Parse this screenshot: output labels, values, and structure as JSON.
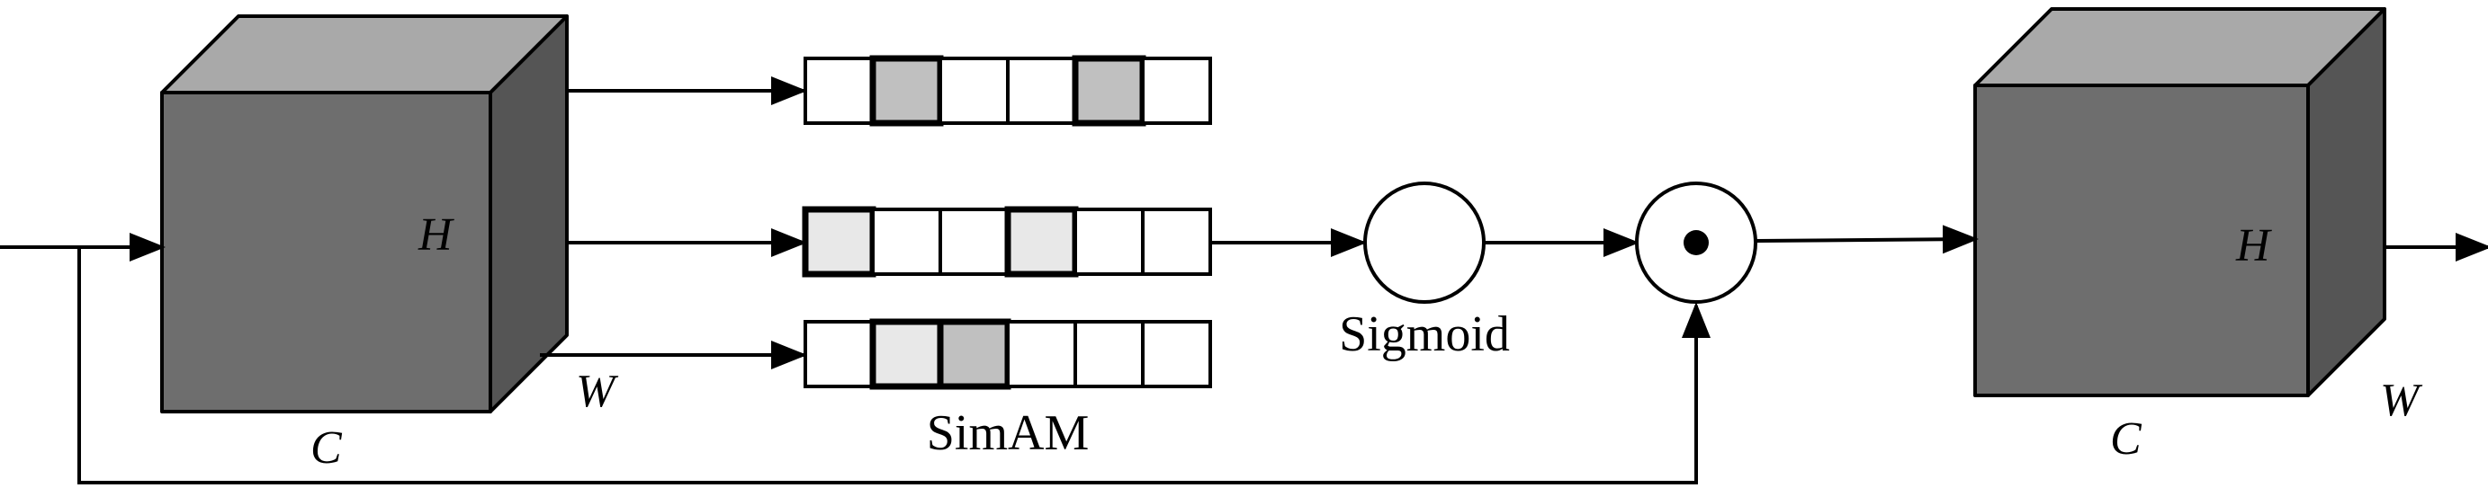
{
  "diagram": {
    "input_cube": {
      "h_label": "H",
      "w_label": "W",
      "c_label": "C"
    },
    "output_cube": {
      "h_label": "H",
      "w_label": "W",
      "c_label": "C"
    },
    "module_label": "SimAM",
    "sigmoid_label": "Sigmoid",
    "multiply_symbol": "⊙",
    "colors": {
      "cube_front": "#6e6e6e",
      "cube_top": "#a9a9a9",
      "cube_side": "#555555",
      "cell_dark": "#c0c0c0",
      "cell_light": "#e8e8e8",
      "cell_empty": "#ffffff"
    },
    "attention_vectors": [
      {
        "cells": [
          "empty",
          "dark",
          "empty",
          "empty",
          "dark",
          "empty"
        ]
      },
      {
        "cells": [
          "light",
          "empty",
          "empty",
          "light",
          "empty",
          "empty"
        ]
      },
      {
        "cells": [
          "empty",
          "light",
          "dark",
          "empty",
          "empty",
          "empty"
        ]
      }
    ]
  }
}
